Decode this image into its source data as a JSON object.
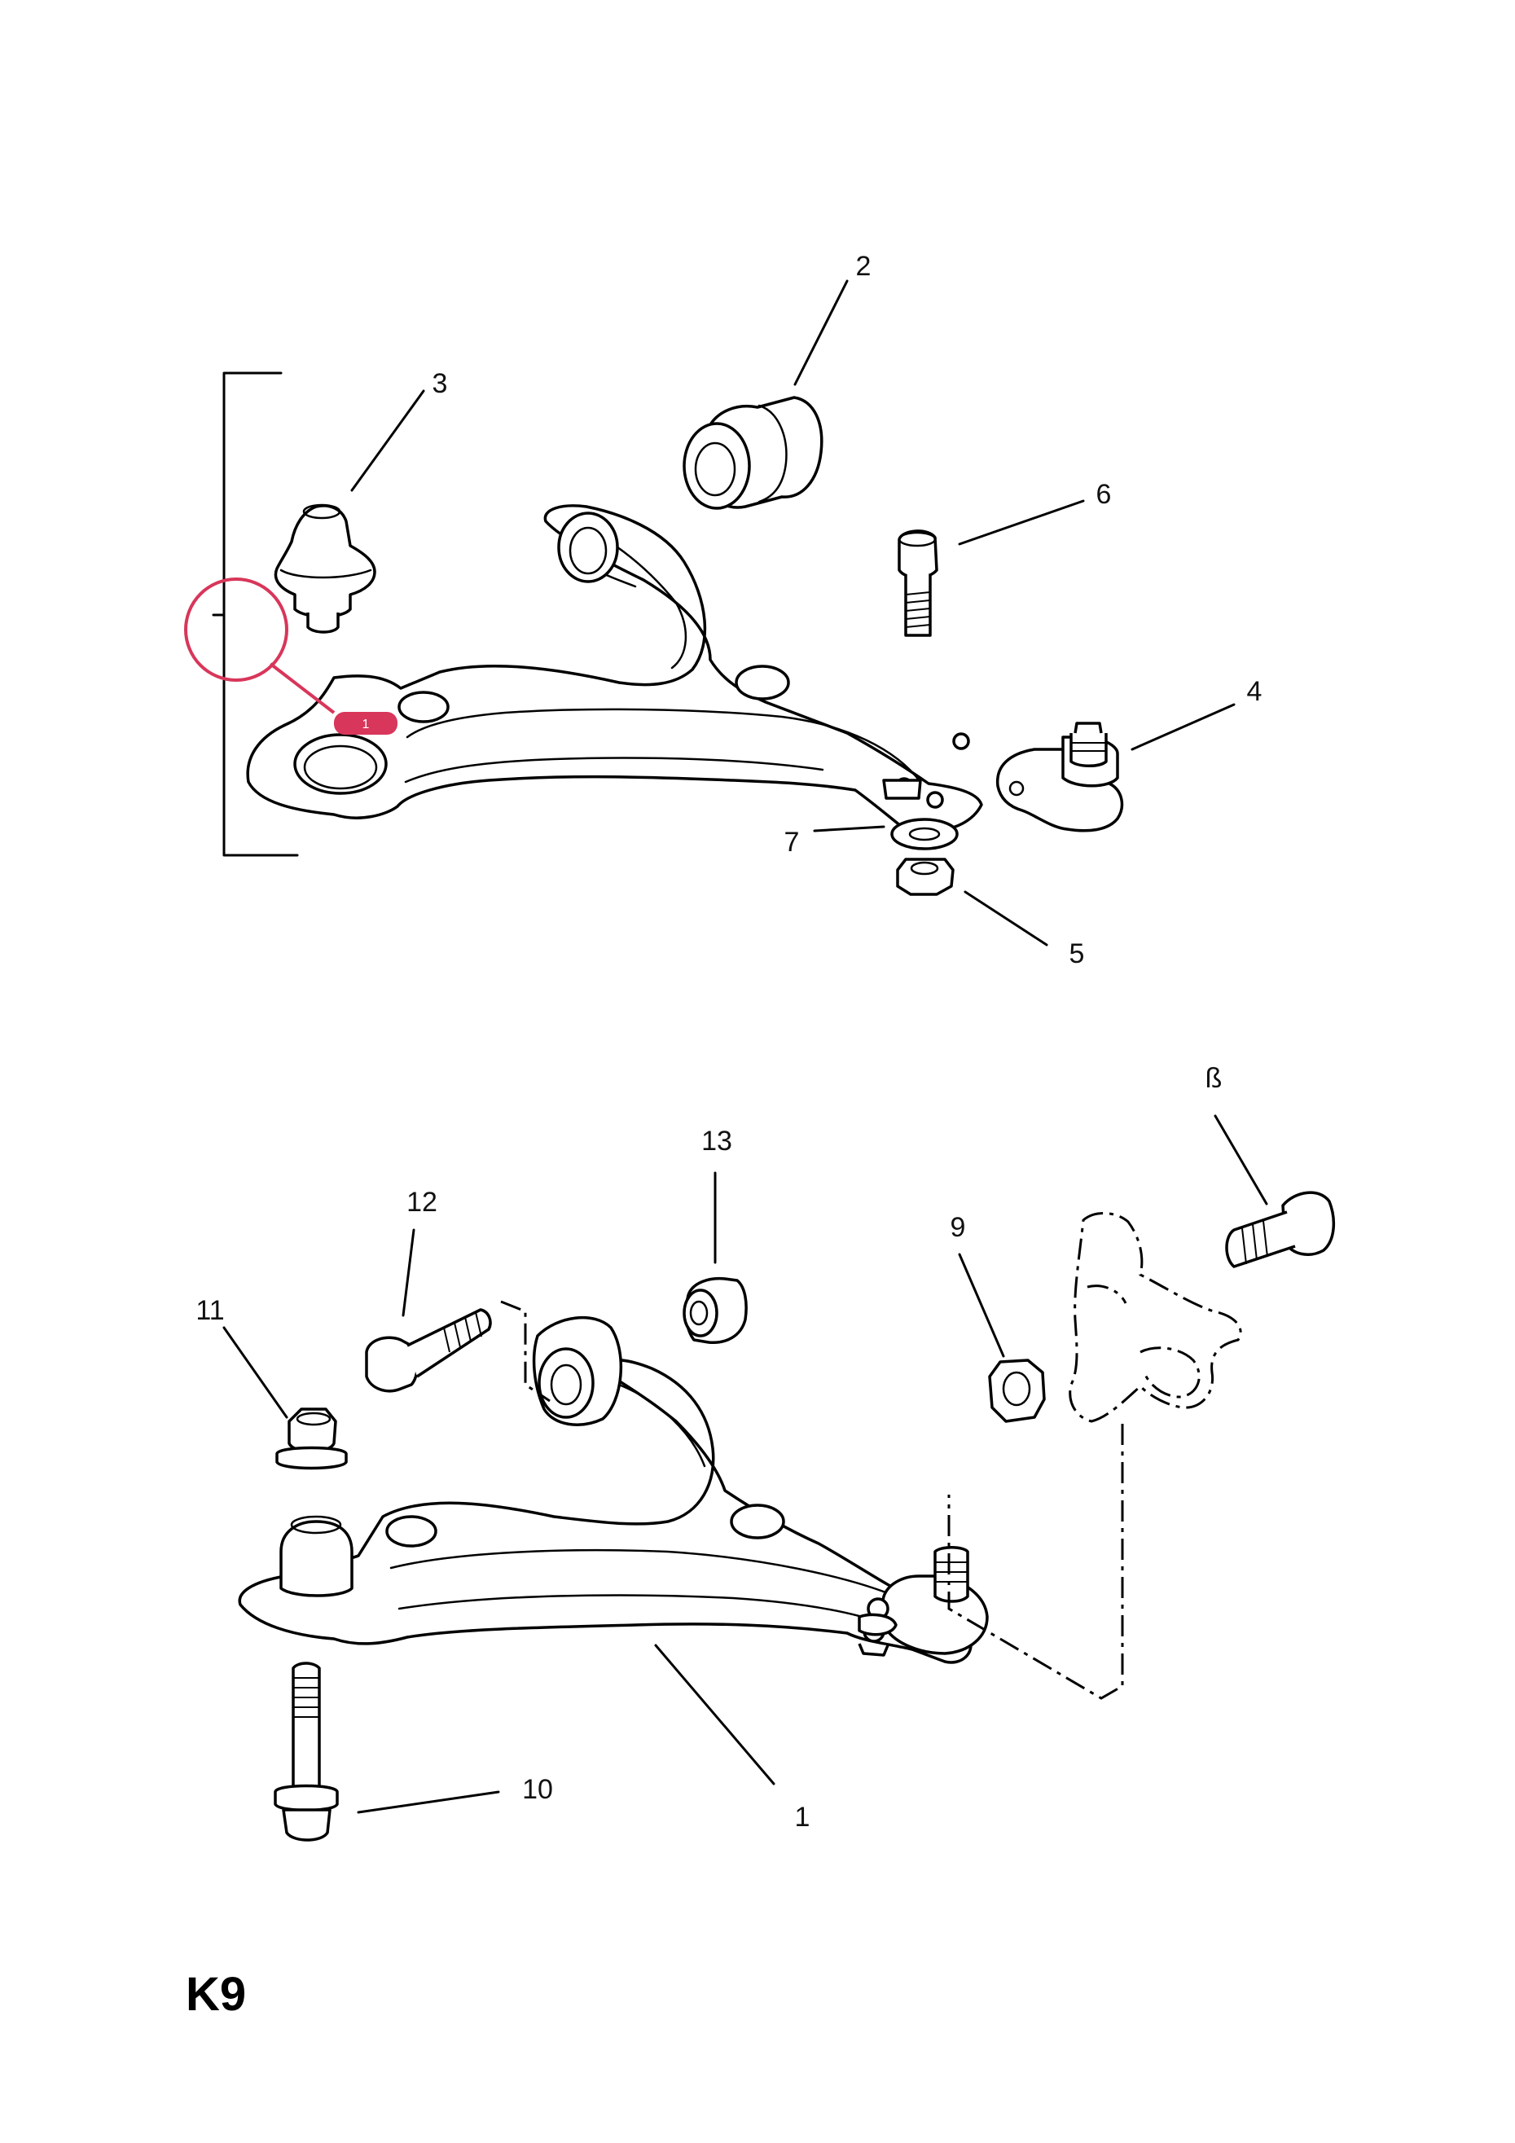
{
  "diagram_code": "K9",
  "callouts": {
    "c1": "1",
    "c2": "2",
    "c3": "3",
    "c4": "4",
    "c5": "5",
    "c6": "6",
    "c7": "7",
    "c8": "ß",
    "c9": "9",
    "c10": "10",
    "c11": "11",
    "c12": "12",
    "c13": "13"
  },
  "highlight": {
    "badge_text": "1",
    "color": "#d8365a"
  }
}
